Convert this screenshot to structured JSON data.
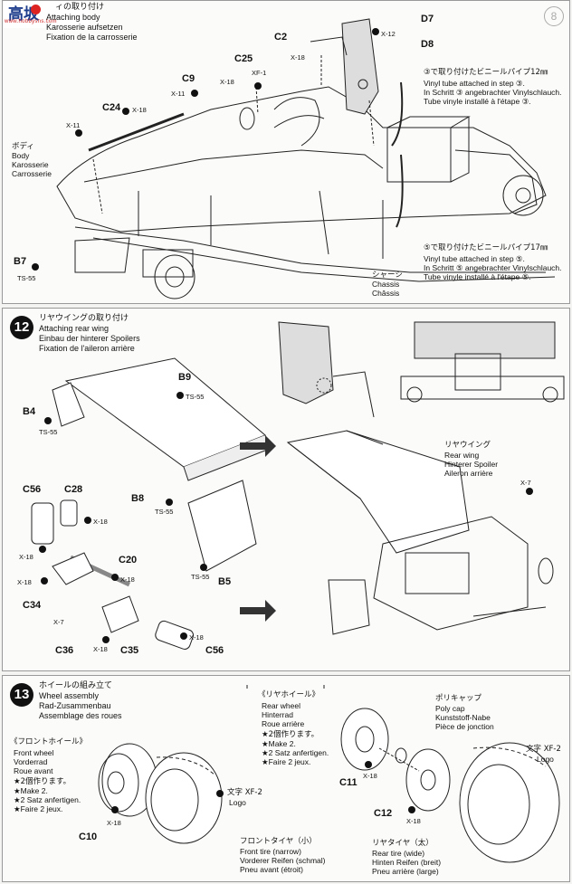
{
  "watermark": {
    "main": "高坂",
    "sub": "www.hobbysns.com"
  },
  "step11": {
    "header": {
      "jp": "ィの取り付け",
      "en": "Attaching body",
      "de": "Karosserie aufsetzen",
      "fr": "Fixation de la carrosserie"
    },
    "parts": {
      "d7": "D7",
      "d8": "D8",
      "c2": "C2",
      "x12": "X-12",
      "x18a": "X-18",
      "c25": "C25",
      "xf1": "XF-1",
      "x18b": "X-18",
      "c9": "C9",
      "x11a": "X-11",
      "c24": "C24",
      "x18c": "X-18",
      "x11b": "X-11",
      "b7": "B7",
      "ts55": "TS-55"
    },
    "body_label": {
      "jp": "ボディ",
      "en": "Body",
      "de": "Karosserie",
      "fr": "Carrosserie"
    },
    "chassis_label": {
      "jp": "シャーシ",
      "en": "Chassis",
      "de": "Chassis",
      "fr": "Châssis"
    },
    "note1": {
      "jp": "③で取り付けたビニールパイプ12㎜",
      "en": "Vinyl tube attached in step ③.",
      "de": "In Schritt ③ angebrachter Vinylschlauch.",
      "fr": "Tube vinyle installé à l'étape ③."
    },
    "note2": {
      "jp": "⑤で取り付けたビニールパイプ17㎜",
      "en": "Vinyl tube attached in step ⑤.",
      "de": "In Schritt ⑤ angebrachter Vinylschlauch.",
      "fr": "Tube vinyle installé à l'étape ⑤."
    },
    "corner_num": "8"
  },
  "step12": {
    "number": "12",
    "header": {
      "jp": "リヤウイングの取り付け",
      "en": "Attaching rear wing",
      "de": "Einbau der hinterer Spoilers",
      "fr": "Fixation de l'aileron arrière"
    },
    "parts": {
      "b9": "B9",
      "ts55a": "TS-55",
      "b4": "B4",
      "ts55b": "TS-55",
      "c56a": "C56",
      "c28": "C28",
      "x18a": "X-18",
      "b8": "B8",
      "ts55c": "TS-55",
      "x18b": "X-18",
      "c20": "C20",
      "x18c": "X-18",
      "x18d": "X-18",
      "ts55d": "TS-55",
      "b5": "B5",
      "c34": "C34",
      "x7a": "X-7",
      "c36": "C36",
      "x18e": "X-18",
      "c35": "C35",
      "x18f": "X-18",
      "c56b": "C56",
      "x7b": "X-7"
    },
    "rear_wing_label": {
      "jp": "リヤウイング",
      "en": "Rear wing",
      "de": "Hinterer Spoiler",
      "fr": "Aileron arrière"
    }
  },
  "step13": {
    "number": "13",
    "header": {
      "jp": "ホイールの組み立て",
      "en": "Wheel assembly",
      "de": "Rad-Zusammenbau",
      "fr": "Assemblage des roues"
    },
    "front": {
      "jp": "《フロントホイール》",
      "en": "Front wheel",
      "de": "Vorderrad",
      "fr": "Roue avant",
      "make_jp": "★2個作ります。",
      "make_en": "★Make 2.",
      "make_de": "★2 Satz anfertigen.",
      "make_fr": "★Faire 2 jeux."
    },
    "rear": {
      "jp": "《リヤホイール》",
      "en": "Rear wheel",
      "de": "Hinterrad",
      "fr": "Roue arrière",
      "make_jp": "★2個作ります。",
      "make_en": "★Make 2.",
      "make_de": "★2 Satz anfertigen.",
      "make_fr": "★Faire 2 jeux."
    },
    "polycap": {
      "jp": "ポリキャップ",
      "en": "Poly cap",
      "de": "Kunststoff-Nabe",
      "fr": "Pièce de jonction"
    },
    "logo_front": {
      "jp": "文字 XF-2",
      "en": "Logo"
    },
    "logo_rear": {
      "jp": "文字 XF-2",
      "en": "Logo"
    },
    "front_tire": {
      "jp": "フロントタイヤ（小）",
      "en": "Front tire (narrow)",
      "de": "Vorderer Reifen (schmal)",
      "fr": "Pneu avant (étroit)"
    },
    "rear_tire": {
      "jp": "リヤタイヤ（太）",
      "en": "Rear tire (wide)",
      "de": "Hinten Reifen (breit)",
      "fr": "Pneu arrière (large)"
    },
    "parts": {
      "c10": "C10",
      "x18a": "X-18",
      "c11": "C11",
      "x18b": "X-18",
      "c12": "C12",
      "x18c": "X-18"
    }
  }
}
